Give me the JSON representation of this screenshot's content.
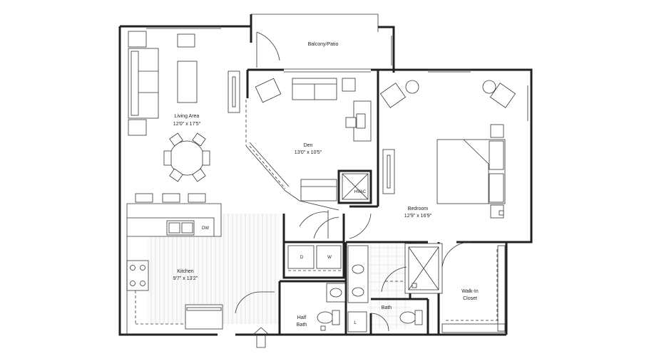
{
  "rooms": {
    "balcony": {
      "name": "Balcony/Patio"
    },
    "living": {
      "name": "Living Area",
      "size": "12'0\" x 17'5\""
    },
    "den": {
      "name": "Den",
      "size": "13'0\" x 10'5\""
    },
    "bedroom": {
      "name": "Bedroom",
      "size": "12'9\" x 16'9\""
    },
    "kitchen": {
      "name": "Kitchen",
      "size": "9'7\" x 13'2\""
    },
    "closet": {
      "name": "Walk-In Closet",
      "name_line1": "Walk-In",
      "name_line2": "Closet"
    },
    "bath": {
      "name": "Bath"
    },
    "half_bath": {
      "name": "Half Bath",
      "name_line1": "Half",
      "name_line2": "Bath"
    }
  },
  "fixtures": {
    "hvac": "HVAC",
    "dishwasher": "DW",
    "dryer": "D",
    "washer": "W",
    "linen": "L"
  },
  "colors": {
    "walls": "#222222",
    "floor_lines": "#d6d6d6",
    "background": "#ffffff"
  }
}
